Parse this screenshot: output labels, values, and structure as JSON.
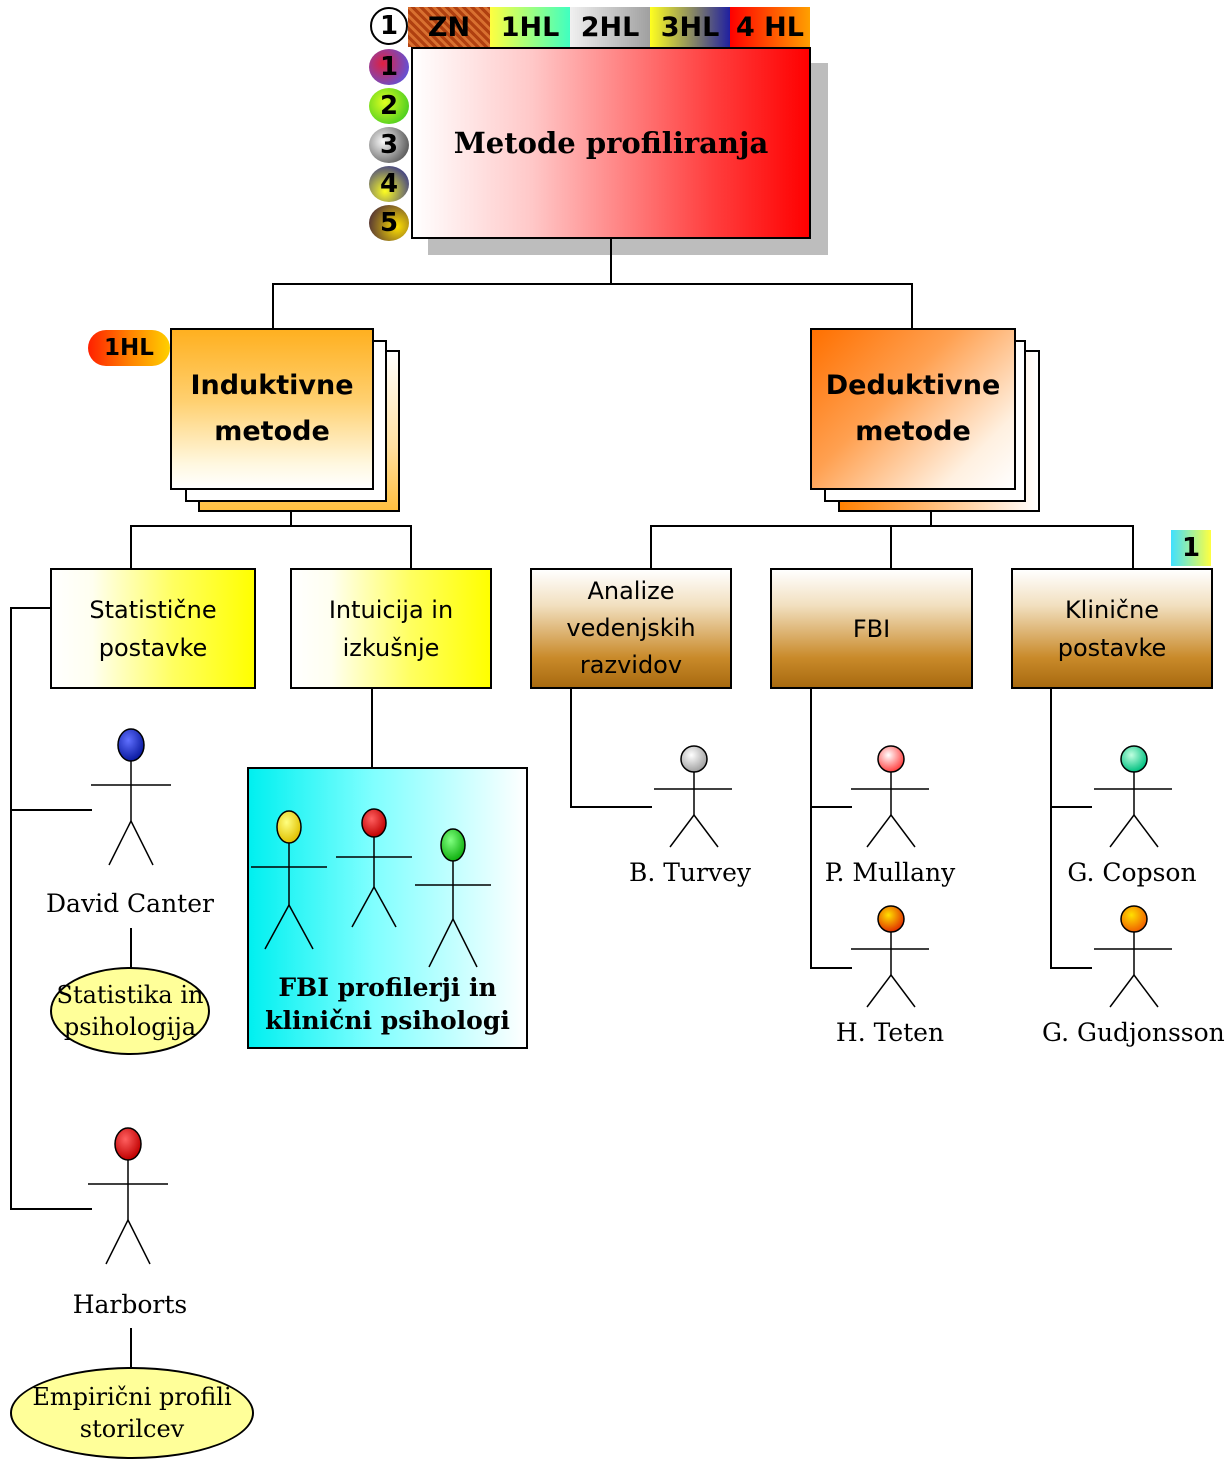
{
  "tabs": {
    "circle": "1",
    "items": [
      {
        "label": "ZN",
        "color": "#c45a1e"
      },
      {
        "label": "1HL",
        "color": "#4dffb0"
      },
      {
        "label": "2HL",
        "color": "#d0d0d0"
      },
      {
        "label": "3HL",
        "color": "#9a9a30"
      },
      {
        "label": "4 HL",
        "color": "#ff8000"
      }
    ]
  },
  "levels": [
    "1",
    "2",
    "3",
    "4",
    "5"
  ],
  "root": {
    "title": "Metode profiliranja"
  },
  "badge_1hl": "1HL",
  "corner_badge": "1",
  "inductive": {
    "line1": "Induktivne",
    "line2": "metode"
  },
  "deductive": {
    "line1": "Deduktivne",
    "line2": "metode"
  },
  "subs": {
    "statisticne": {
      "line1": "Statistične",
      "line2": "postavke"
    },
    "intuicija": {
      "line1": "Intuicija in",
      "line2": "izkušnje"
    },
    "analize": {
      "line1": "Analize",
      "line2": "vedenjskih",
      "line3": "razvidov"
    },
    "fbi": {
      "line1": "FBI"
    },
    "klinicne": {
      "line1": "Klinične",
      "line2": "postavke"
    }
  },
  "people": {
    "david_canter": {
      "name": "David Canter",
      "head_color": "#0a1aa0"
    },
    "harborts": {
      "name": "Harborts",
      "head_color": "#e00000"
    },
    "turvey": {
      "name": "B. Turvey",
      "head_color": "#c8c8c8"
    },
    "mullany": {
      "name": "P. Mullany",
      "head_color": "#ff8080"
    },
    "teten": {
      "name": "H. Teten",
      "head_color": "#ff6000"
    },
    "copson": {
      "name": "G. Copson",
      "head_color": "#20e0a0"
    },
    "gudjonsson": {
      "name": "G. Gudjonsson",
      "head_color": "#ff7000"
    }
  },
  "fbi_group": {
    "line1": "FBI profilerji in",
    "line2": "klinični psihologi",
    "heads": [
      "#ffe000",
      "#e00000",
      "#20c020"
    ]
  },
  "ellipses": {
    "canter": {
      "line1": "Statistika in",
      "line2": "psihologija"
    },
    "harborts": {
      "line1": "Empirični profili",
      "line2": "storilcev"
    }
  }
}
